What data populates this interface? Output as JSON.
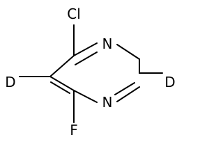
{
  "molecule": {
    "atoms": {
      "chlorine": "Cl",
      "fluorine": "F",
      "nitrogen_top": "N",
      "nitrogen_bottom": "N",
      "deuterium_left": "D",
      "deuterium_right": "D"
    },
    "colors": {
      "bond": "#000000",
      "label": "#000000",
      "background": "#ffffff"
    }
  }
}
